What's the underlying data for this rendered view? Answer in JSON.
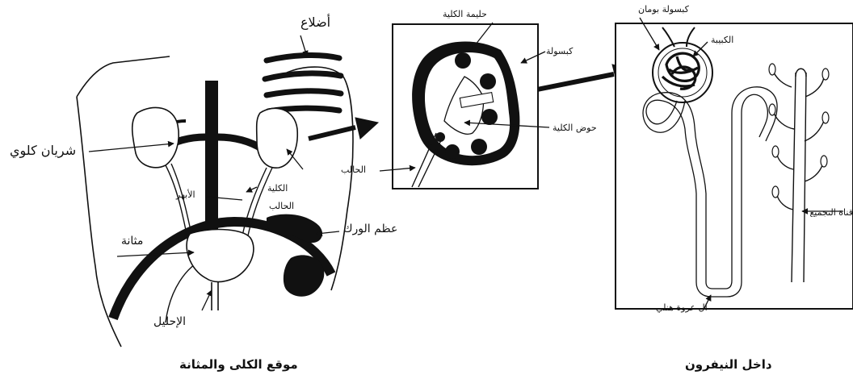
{
  "labels": {
    "ribs": "أضلاع",
    "renal_artery": "شريان كلوي",
    "aorta": "الأبهر",
    "kidney": "الكلية",
    "ureter_left": "الحالب",
    "bladder": "مثانة",
    "pelvic_bone": "عظم الورك",
    "urethra": "الإحليل",
    "renal_papilla": "حليمة الكلية",
    "capsule": "كبسولة",
    "renal_pelvis": "حوض الكلية",
    "ureter_right": "الحالب",
    "bowman_capsule": "كبسولة بومان",
    "glomerulus": "الكبيبة",
    "collecting_duct": "قناة التجميع",
    "loop_of_henle": "ال عروة هنلي"
  },
  "captions": {
    "left": "موقع الكلى والمثانة",
    "right": "داخل النيفرون"
  }
}
